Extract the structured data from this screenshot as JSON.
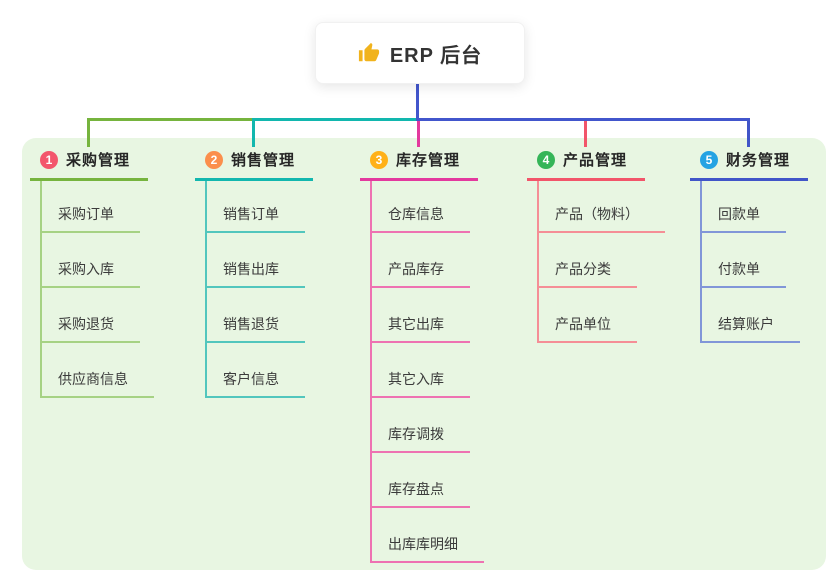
{
  "root": {
    "label": "ERP 后台",
    "icon": "thumbs-up-icon",
    "icon_color": "#f1b31c"
  },
  "colors": {
    "panel_bg": "#e8f6e2",
    "root_connector": "#4256cc",
    "header_text": "#262626",
    "item_text": "#3b3b3b",
    "card_bg": "#ffffff"
  },
  "branches": [
    {
      "number": "1",
      "label": "采购管理",
      "badge_color": "#f3566c",
      "line_color": "#76b43e",
      "item_line_color": "#a6d284",
      "items": [
        "采购订单",
        "采购入库",
        "采购退货",
        "供应商信息"
      ]
    },
    {
      "number": "2",
      "label": "销售管理",
      "badge_color": "#fb8f4c",
      "line_color": "#12b7ae",
      "item_line_color": "#52c6bd",
      "items": [
        "销售订单",
        "销售出库",
        "销售退货",
        "客户信息"
      ]
    },
    {
      "number": "3",
      "label": "库存管理",
      "badge_color": "#ffb118",
      "line_color": "#e3399e",
      "item_line_color": "#ee72b2",
      "items": [
        "仓库信息",
        "产品库存",
        "其它出库",
        "其它入库",
        "库存调拨",
        "库存盘点",
        "出库库明细"
      ]
    },
    {
      "number": "4",
      "label": "产品管理",
      "badge_color": "#35b558",
      "line_color": "#f2556a",
      "item_line_color": "#f58e96",
      "items": [
        "产品（物料）",
        "产品分类",
        "产品单位"
      ]
    },
    {
      "number": "5",
      "label": "财务管理",
      "badge_color": "#24a3e3",
      "line_color": "#4155c8",
      "item_line_color": "#8196d8",
      "items": [
        "回款单",
        "付款单",
        "结算账户"
      ]
    }
  ]
}
